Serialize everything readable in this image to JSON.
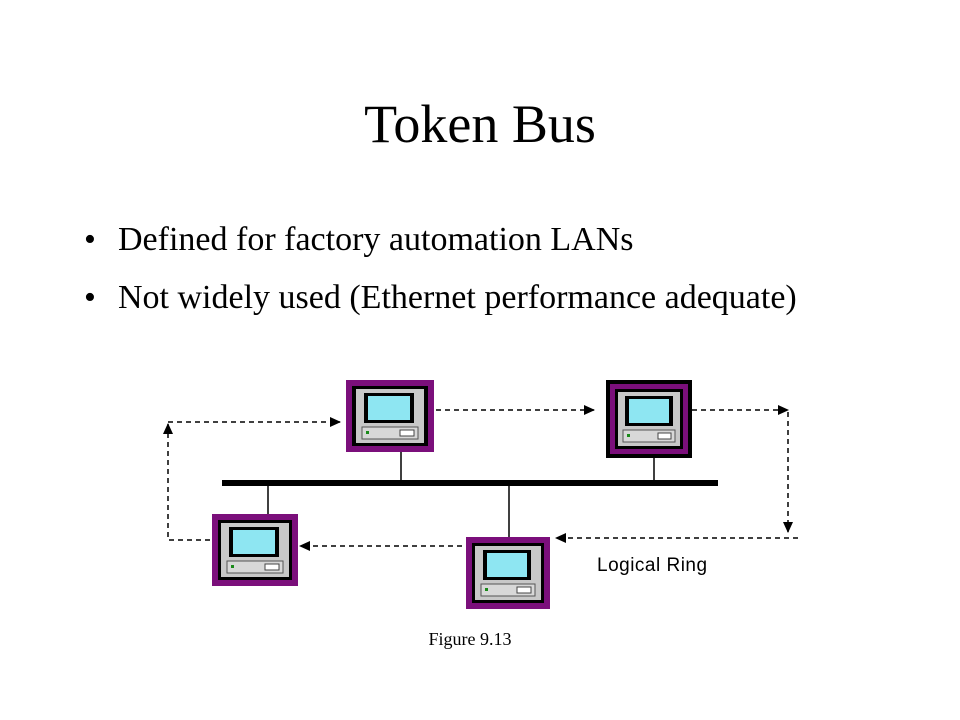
{
  "slide": {
    "title": "Token Bus",
    "bullets": [
      "Defined for factory automation LANs",
      "Not widely used (Ethernet performance adequate)"
    ],
    "bullet_char": "•"
  },
  "diagram": {
    "ring_label": "Logical Ring",
    "caption": "Figure 9.13",
    "stations": [
      {
        "id": "station-1",
        "frame_color": "#7b0f7b"
      },
      {
        "id": "station-2",
        "frame_color": "#000000"
      },
      {
        "id": "station-3",
        "frame_color": "#7b0f7b"
      },
      {
        "id": "station-4",
        "frame_color": "#7b0f7b"
      }
    ],
    "colors": {
      "screen": "#8ee6f2",
      "monitor_case": "#c0c0c0",
      "bus": "#000000"
    }
  }
}
